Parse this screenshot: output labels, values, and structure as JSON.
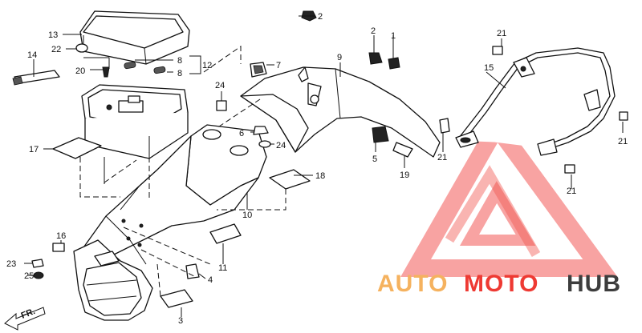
{
  "callouts": [
    {
      "id": "c2a",
      "label": "2"
    },
    {
      "id": "c13",
      "label": "13"
    },
    {
      "id": "c14",
      "label": "14"
    },
    {
      "id": "c22",
      "label": "22"
    },
    {
      "id": "c20",
      "label": "20"
    },
    {
      "id": "c8a",
      "label": "8"
    },
    {
      "id": "c8b",
      "label": "8"
    },
    {
      "id": "c12",
      "label": "12"
    },
    {
      "id": "c7",
      "label": "7"
    },
    {
      "id": "c24a",
      "label": "24"
    },
    {
      "id": "c2b",
      "label": "2"
    },
    {
      "id": "c1",
      "label": "1"
    },
    {
      "id": "c9",
      "label": "9"
    },
    {
      "id": "c21a",
      "label": "21"
    },
    {
      "id": "c15",
      "label": "15"
    },
    {
      "id": "c21b",
      "label": "21"
    },
    {
      "id": "c6",
      "label": "6"
    },
    {
      "id": "c24b",
      "label": "24"
    },
    {
      "id": "c17",
      "label": "17"
    },
    {
      "id": "c5",
      "label": "5"
    },
    {
      "id": "c19",
      "label": "19"
    },
    {
      "id": "c21c",
      "label": "21"
    },
    {
      "id": "c18",
      "label": "18"
    },
    {
      "id": "c21d",
      "label": "21"
    },
    {
      "id": "c10",
      "label": "10"
    },
    {
      "id": "c16",
      "label": "16"
    },
    {
      "id": "c11",
      "label": "11"
    },
    {
      "id": "c23",
      "label": "23"
    },
    {
      "id": "c25",
      "label": "25"
    },
    {
      "id": "c4",
      "label": "4"
    },
    {
      "id": "c3",
      "label": "3"
    }
  ],
  "direction_label": "FR.",
  "watermark": {
    "part1": "AUTO",
    "part2": "MOTO",
    "part3": "HUB",
    "color_main": "#f5b25f",
    "color_accent": "#ee3a33",
    "color_dark": "#3d3d3d",
    "logo_color": "#ef3b36"
  }
}
